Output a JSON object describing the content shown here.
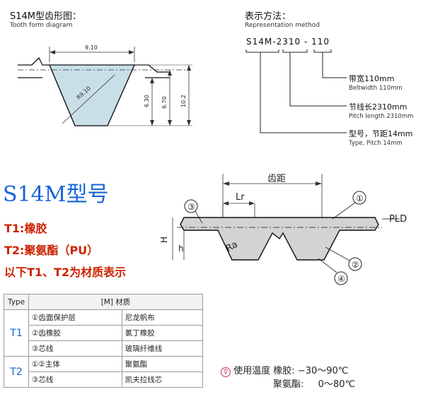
{
  "tooth_form": {
    "title_cn": "S14M型齿形图：",
    "title_en": "Tooth form diagram",
    "dims": [
      "9.10",
      "R9.10",
      "6.30",
      "6.70",
      "10.2"
    ]
  },
  "representation": {
    "title_cn": "表示方法：",
    "title_en": "Representation method",
    "code_parts": [
      "S14M",
      "-",
      "2310",
      "-",
      "110"
    ],
    "annotations": [
      {
        "cn": "带宽110mm",
        "en": "Beltwidth 110mm"
      },
      {
        "cn": "节线长2310mm",
        "en": "Pitch length 2310mm"
      },
      {
        "cn": "型号，节距14mm",
        "en": "Type, Pitch 14mm"
      }
    ]
  },
  "model": {
    "title": "S14M型号",
    "lines": [
      "T1:橡胶",
      "T2:聚氨酯（PU）",
      "以下T1、T2为材质表示"
    ]
  },
  "profile_diagram": {
    "pitch_label": "齿距",
    "labels": [
      "Lr",
      "H",
      "h",
      "Ra",
      "PLD"
    ],
    "callouts": [
      "①",
      "②",
      "③",
      "④"
    ]
  },
  "material_table": {
    "header": {
      "type": "Type",
      "material": "[M] 材质"
    },
    "groups": [
      {
        "type": "T1",
        "rows": [
          {
            "part": "①齿面保护层",
            "material": "尼龙帆布"
          },
          {
            "part": "②齿橡胶",
            "material": "氯丁橡胶"
          },
          {
            "part": "③芯线",
            "material": "玻璃纤维线"
          }
        ]
      },
      {
        "type": "T2",
        "rows": [
          {
            "part": "①②主体",
            "material": "聚氨酯"
          },
          {
            "part": "③芯线",
            "material": "凯夫拉线芯"
          }
        ]
      }
    ]
  },
  "temperature": {
    "icon": "thermometer-icon",
    "label": "使用温度",
    "rows": [
      {
        "material": "橡胶:",
        "range": "−30～90℃"
      },
      {
        "material": "聚氨酯:",
        "range": "0～80℃"
      }
    ]
  },
  "colors": {
    "blue_title": "#1565d8",
    "red_text": "#cc2200",
    "tooth_fill": "#c9dfe8"
  }
}
